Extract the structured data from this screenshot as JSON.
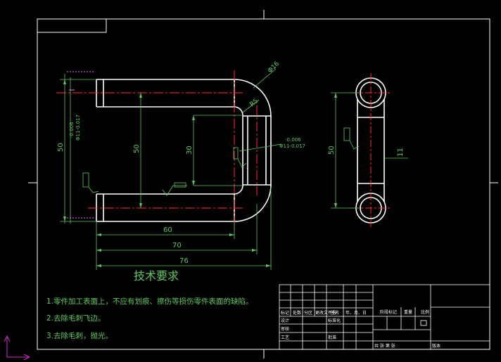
{
  "colors": {
    "background": "#000000",
    "frame": "#ffffff",
    "part": "#ffffff",
    "dimension": "#5ec95e",
    "centerline": "#ff3030",
    "cut": "#ff66ff",
    "heading": "#5ec95e",
    "ucs": "#cc33cc"
  },
  "dimensions": {
    "phi16": "Φ16",
    "r5": "R5",
    "d50_left": "50",
    "d50_inner": "50",
    "d30": "30",
    "d60": "60",
    "d70": "70",
    "d76": "76",
    "d50_side": "50",
    "d11": "11",
    "tol_left_upper": "-0.006",
    "tol_left_lower": "Φ11-0.017",
    "tol_right_upper": "-0.006",
    "tol_right_lower": "Φ11-0.017"
  },
  "tech_requirements": {
    "heading": "技术要求",
    "items": [
      "1.零件加工表面上，不应有划痕、擦伤等损伤零件表面的缺陷。",
      "2.去除毛刺飞边。",
      "3.去除毛刺，抛光。"
    ]
  },
  "title_block": {
    "row1": [
      "标记",
      "处数",
      "分区",
      "更改文件号",
      "签名",
      "年、月、日"
    ],
    "stage_label": "阶段标记",
    "weight_label": "重量",
    "scale_label": "比例",
    "design_label": "设计",
    "std_label": "标准化",
    "review_label": "审核",
    "process_label": "工艺",
    "approve_label": "批准",
    "sheet_label": "共  张  第  张",
    "version_label": "版本"
  }
}
